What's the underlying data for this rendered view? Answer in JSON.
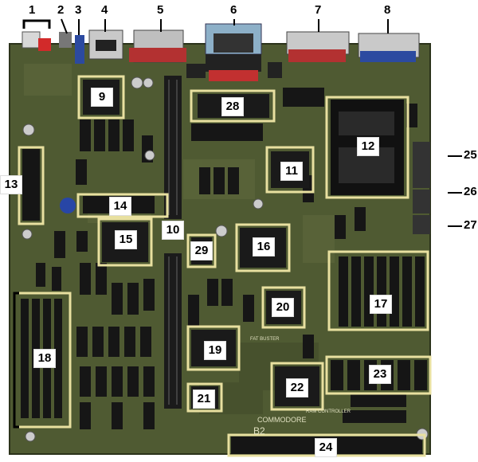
{
  "image": {
    "alt": "Labeled photograph of a Commodore computer motherboard with numbered component callouts",
    "board_text": {
      "maker": "COMMODORE",
      "revision": "B2",
      "fat_buster": "FAT BUSTER",
      "ram_controller": "RAM CONTROLLER"
    },
    "labels": [
      "1",
      "2",
      "3",
      "4",
      "5",
      "6",
      "7",
      "8",
      "9",
      "10",
      "11",
      "12",
      "13",
      "14",
      "15",
      "16",
      "17",
      "18",
      "19",
      "20",
      "21",
      "22",
      "23",
      "24",
      "25",
      "26",
      "27",
      "28",
      "29"
    ],
    "colors": {
      "pcb": "#4f5a32",
      "pcb_dark": "#3a4324",
      "chip": "#161616",
      "highlight": "#e8e0a0",
      "label_bg": "#ffffff",
      "label_text": "#000000"
    }
  }
}
